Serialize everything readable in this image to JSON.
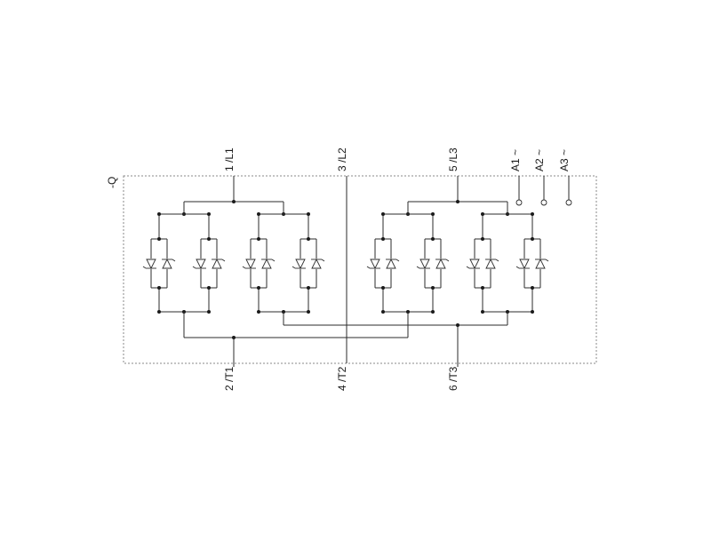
{
  "device_designation": "-Q",
  "terminals": {
    "top": [
      "1 /L1",
      "3 /L2",
      "5 /L3"
    ],
    "bottom": [
      "2 /T1",
      "4 /T2",
      "6 /T3"
    ],
    "control": [
      "A1 ~",
      "A2 ~",
      "A3 ~"
    ]
  },
  "colors": {
    "line": "#2b2b2b",
    "frame": "#8a8a8a",
    "background": "#ffffff"
  }
}
